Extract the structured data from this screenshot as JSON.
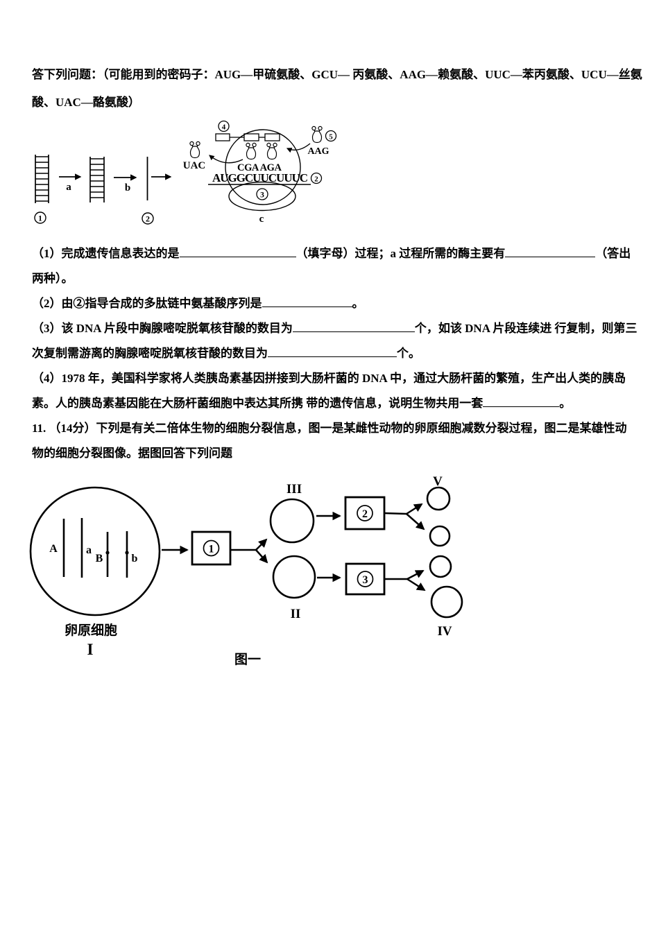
{
  "intro": {
    "line1": "答下列问题：（可能用到的密码子：AUG—甲硫氨酸、GCU— 丙氨酸、AAG—赖氨酸、UUC—苯丙氨酸、UCU—丝氨",
    "line2": "酸、UAC—酪氨酸）"
  },
  "diagram1": {
    "step_a": "a",
    "step_b": "b",
    "step_c": "c",
    "num1": "1",
    "num2": "2",
    "num3": "3",
    "num4": "4",
    "num5": "5",
    "trna_leaving_anticodon": "UAC",
    "trna_incoming_anticodon": "AAG",
    "anticodons_inside": "CGA AGA",
    "mrna_sequence": "AUGGCUUCUUUC"
  },
  "questions": {
    "q1": {
      "part1": "（1）完成遗传信息表达的是",
      "part2": "（填字母）过程；a 过程所需的酶主要有",
      "part3": "（答出",
      "line2": "两种）。"
    },
    "q2": {
      "part1": "（2）由②指导合成的多肽链中氨基酸序列是",
      "part2": "。"
    },
    "q3": {
      "l1a": "（3）该 DNA 片段中胸腺嘧啶脱氧核苷酸的数目为",
      "l1b": "个，如该 DNA 片段连续进 行复制，则第三",
      "l2a": "次复制需游离的胸腺嘧啶脱氧核苷酸的数目为",
      "l2b": "个。"
    },
    "q4": {
      "line1": "（4）1978 年，美国科学家将人类胰岛素基因拼接到大肠杆菌的 DNA 中，通过大肠杆菌的繁殖，生产出人类的胰岛",
      "l2a": "素。人的胰岛素基因能在大肠杆菌细胞中表达其所携 带的遗传信息，说明生物共用一套",
      "l2b": "。"
    },
    "q11": {
      "line1": "11. （14分）下列是有关二倍体生物的细胞分裂信息，图一是某雌性动物的卵原细胞减数分裂过程，图二是某雄性动",
      "line2": "物的细胞分裂图像。据图回答下列问题"
    }
  },
  "diagram2": {
    "cell_label": "卵原细胞",
    "roman1": "I",
    "roman2": "II",
    "roman3": "III",
    "roman4": "IV",
    "roman5": "V",
    "chr_A": "A",
    "chr_a": "a",
    "chr_B": "B",
    "chr_b": "b",
    "box1": "1",
    "box2": "2",
    "box3": "3",
    "caption": "图一"
  }
}
